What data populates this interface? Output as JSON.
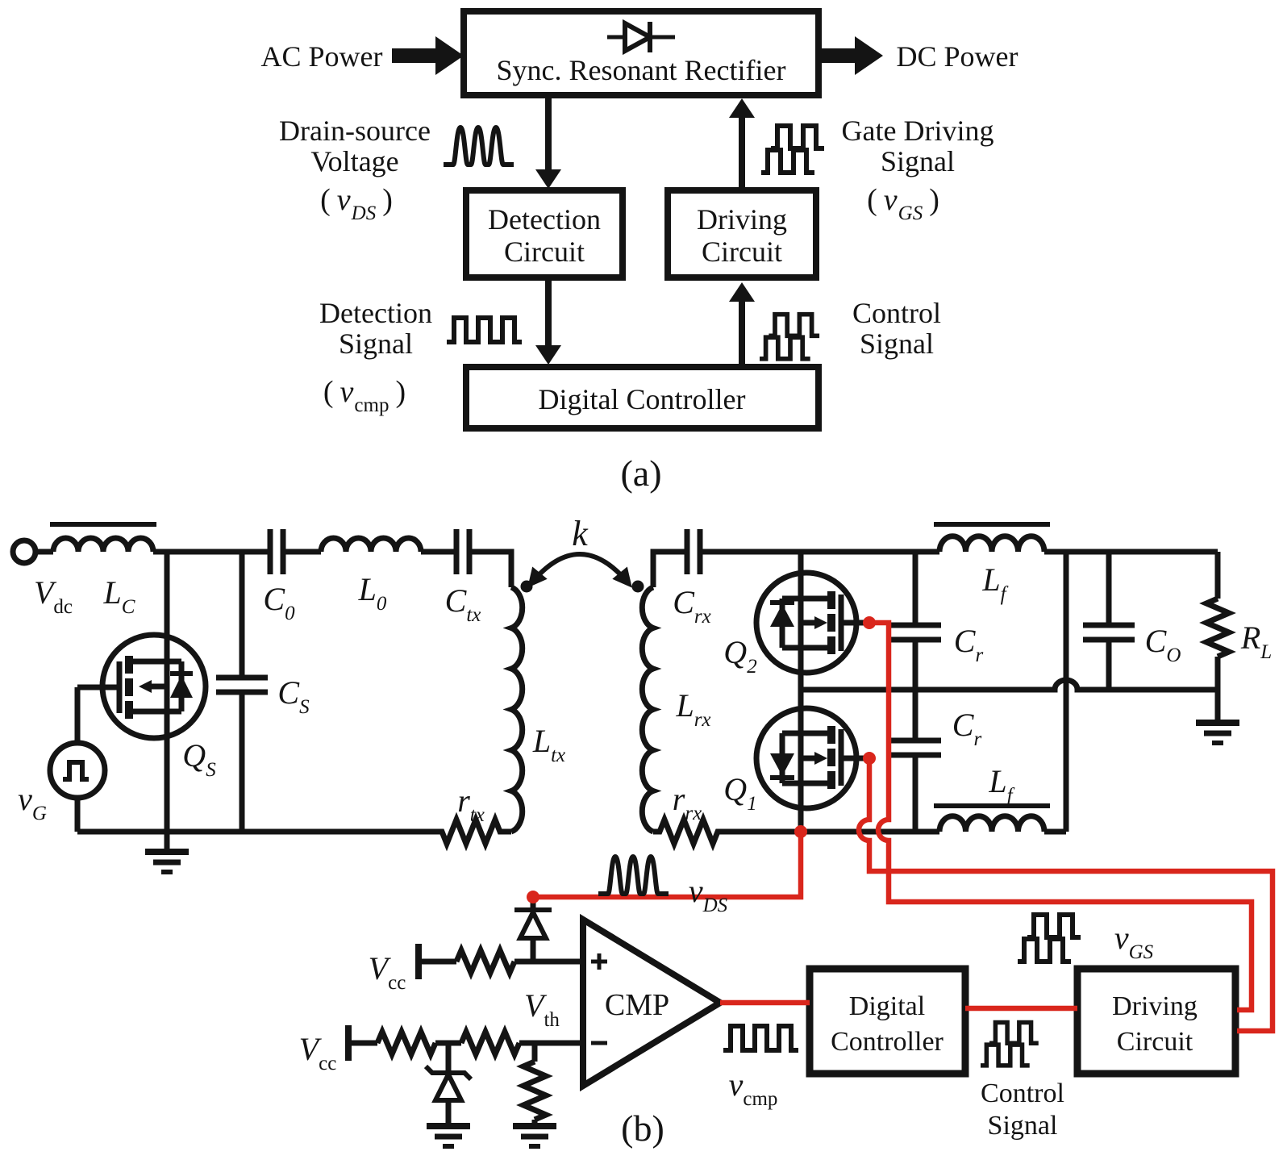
{
  "colors": {
    "ink": "#141414",
    "accent_red": "#d9261c",
    "background": "#ffffff"
  },
  "figure": {
    "caption_a": "(a)",
    "caption_b": "(b)"
  },
  "panel_a": {
    "rectifier_label": "Sync. Resonant Rectifier",
    "ac_power": "AC Power",
    "dc_power": "DC Power",
    "detection_box": {
      "line1": "Detection",
      "line2": "Circuit"
    },
    "driving_box": {
      "line1": "Driving",
      "line2": "Circuit"
    },
    "controller_box": "Digital Controller",
    "drain_source_label": {
      "line1": "Drain-source",
      "line2": "Voltage",
      "paren_open": "(",
      "base": "v",
      "sub": "DS",
      "paren_close": ")"
    },
    "gate_driving_label": {
      "line1": "Gate Driving",
      "line2": "Signal",
      "paren_open": "(",
      "base": "v",
      "sub": "GS",
      "paren_close": ")"
    },
    "detection_signal_label": {
      "line1": "Detection",
      "line2": "Signal",
      "paren_open": "(",
      "base": "v",
      "sub": "cmp",
      "paren_close": ")"
    },
    "control_signal_label": {
      "line1": "Control",
      "line2": "Signal"
    }
  },
  "panel_b": {
    "components": {
      "vdc": {
        "base": "V",
        "sub": "dc"
      },
      "lc": {
        "base": "L",
        "sub": "C"
      },
      "c0": {
        "base": "C",
        "sub": "0"
      },
      "l0": {
        "base": "L",
        "sub": "0"
      },
      "ctx": {
        "base": "C",
        "sub": "tx"
      },
      "cs": {
        "base": "C",
        "sub": "S"
      },
      "qs": {
        "base": "Q",
        "sub": "S"
      },
      "vg": {
        "base": "v",
        "sub": "G"
      },
      "k": "k",
      "ltx": {
        "base": "L",
        "sub": "tx"
      },
      "rtx": {
        "base": "r",
        "sub": "tx"
      },
      "crx": {
        "base": "C",
        "sub": "rx"
      },
      "lrx": {
        "base": "L",
        "sub": "rx"
      },
      "rrx": {
        "base": "r",
        "sub": "rx"
      },
      "q2": {
        "base": "Q",
        "sub": "2"
      },
      "q1": {
        "base": "Q",
        "sub": "1"
      },
      "lf_top": {
        "base": "L",
        "sub": "f"
      },
      "cr_top": {
        "base": "C",
        "sub": "r"
      },
      "cr_bottom": {
        "base": "C",
        "sub": "r"
      },
      "lf_bottom": {
        "base": "L",
        "sub": "f"
      },
      "co": {
        "base": "C",
        "sub": "O"
      },
      "rl": {
        "base": "R",
        "sub": "L"
      },
      "vds": {
        "base": "v",
        "sub": "DS"
      },
      "vgs": {
        "base": "v",
        "sub": "GS"
      },
      "vcmp": {
        "base": "v",
        "sub": "cmp"
      },
      "vcc_upper": {
        "base": "V",
        "sub": "cc"
      },
      "vcc_lower": {
        "base": "V",
        "sub": "cc"
      },
      "vth": {
        "base": "V",
        "sub": "th"
      },
      "cmp": "CMP",
      "plus": "+",
      "minus": "−"
    },
    "blocks": {
      "digital_controller": {
        "line1": "Digital",
        "line2": "Controller"
      },
      "driving_circuit": {
        "line1": "Driving",
        "line2": "Circuit"
      },
      "control_signal": {
        "line1": "Control",
        "line2": "Signal"
      }
    }
  }
}
